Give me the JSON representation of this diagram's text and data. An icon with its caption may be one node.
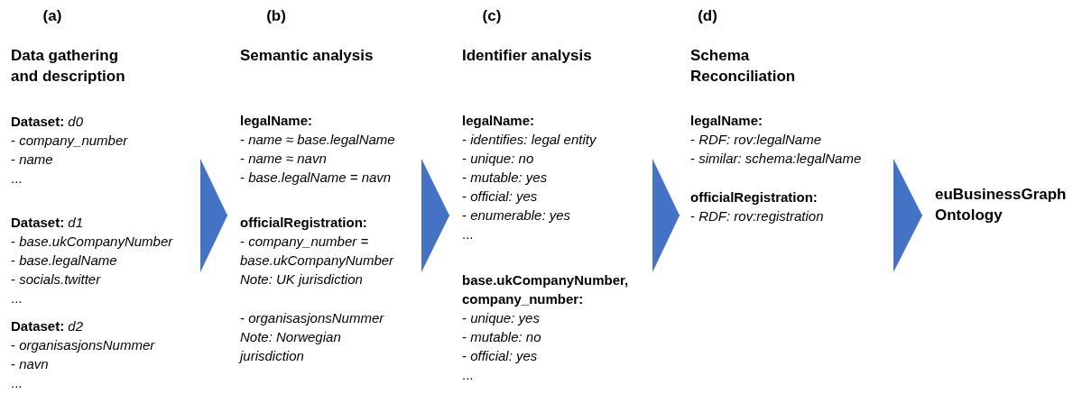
{
  "diagram": {
    "nodes": [
      {
        "text": [
          "Data gathering and description",
          "**Dataset:** *d0*",
          "- *company_number*",
          "- *name*",
          "...",
          "**Dataset:** *d1*",
          "- *base.ukCompanyNumber*",
          "- *base.legalName*",
          "- *socials.twitter*",
          "...",
          "**Dataset:** *d2*",
          "- *organisasjonsNummer*",
          "- *navn*",
          "..."
        ]
      },
      {
        "text": [
          "Semantic analysis",
          "legalName:",
          "- *name ≈ base.legalName*",
          "- *name ≈ navn*",
          "- *base.legalName = navn*",
          "officialRegistration:",
          "- *company_number = base.ukCompanyNumber*",
          "*Note: UK jurisdiction*",
          "- *organisasjonsNummer*",
          "*Note: Norwegian jurisdiction*"
        ]
      },
      {
        "text": [
          "Identifier analysis",
          "legalName:",
          "- *identifies: legal entity*",
          "- *unique: no*",
          "- *mutable: yes*",
          "- *official: yes*",
          "- *enumerable: yes*",
          "...",
          "base.ukCompanyNumber, company_number:",
          "- *unique: yes*",
          "- *mutable: no*",
          "- *official: yes*",
          "..."
        ]
      },
      {
        "text": [
          "Schema Reconciliation",
          "legalName:",
          "- *RDF: rov:legalName*",
          "- *similar: schema:legalName*",
          "officialRegistration:",
          "- *RDF: rov:registration*"
        ]
      },
      {
        "text": [
          "euBusinessGraph Ontology"
        ]
      }
    ],
    "edges": [
      {
        "from": 0,
        "to": 1,
        "arrow": "to"
      },
      {
        "from": 1,
        "to": 2,
        "arrow": "to"
      },
      {
        "from": 2,
        "to": 3,
        "arrow": "to"
      },
      {
        "from": 3,
        "to": 4,
        "arrow": "to"
      }
    ],
    "labels": [
      "(a)",
      "(b)",
      "(c)",
      "(d)"
    ]
  }
}
